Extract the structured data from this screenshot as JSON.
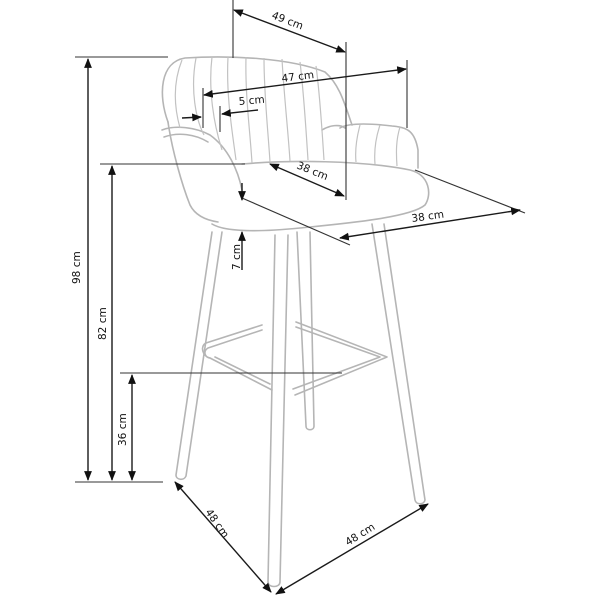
{
  "diagram": {
    "subject": "bar stool with armrests",
    "line_color": "#1a1a1a",
    "chair_outline_color": "#b5b5b5",
    "dimensions": {
      "overall_depth": "49 cm",
      "overall_width": "47 cm",
      "armrest_width": "5 cm",
      "seat_depth": "38 cm",
      "seat_width": "38 cm",
      "seat_thickness": "7 cm",
      "total_height": "98 cm",
      "seat_height": "82 cm",
      "footrest_height": "36 cm",
      "base_depth": "48 cm",
      "base_width": "48 cm"
    }
  }
}
